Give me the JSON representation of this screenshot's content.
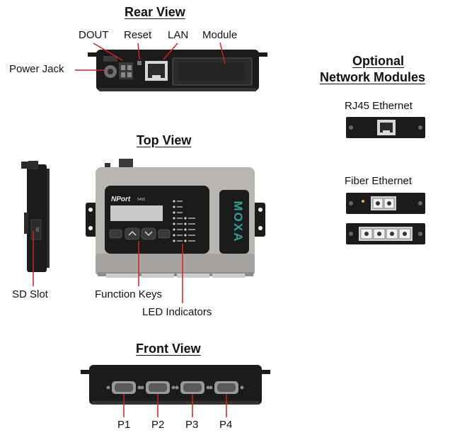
{
  "headings": {
    "rear_view": "Rear View",
    "top_view": "Top View",
    "front_view": "Front View",
    "optional_line1": "Optional",
    "optional_line2": "Network Modules"
  },
  "rear_labels": {
    "dout": "DOUT",
    "reset": "Reset",
    "lan": "LAN",
    "module": "Module",
    "power_jack": "Power Jack"
  },
  "top_labels": {
    "sd_slot": "SD Slot",
    "function_keys": "Function Keys",
    "led_indicators": "LED Indicators"
  },
  "front_labels": {
    "ports": [
      "P1",
      "P2",
      "P3",
      "P4"
    ]
  },
  "modules": {
    "rj45": "RJ45 Ethernet",
    "fiber": "Fiber Ethernet"
  },
  "device": {
    "brand": "MOXA",
    "model_text": "NPort",
    "model_number": "5450",
    "sd_text": "SD"
  },
  "colors": {
    "annotation": "#d42020",
    "body": "#1b1b1b",
    "panel": "#b9b6b2"
  }
}
